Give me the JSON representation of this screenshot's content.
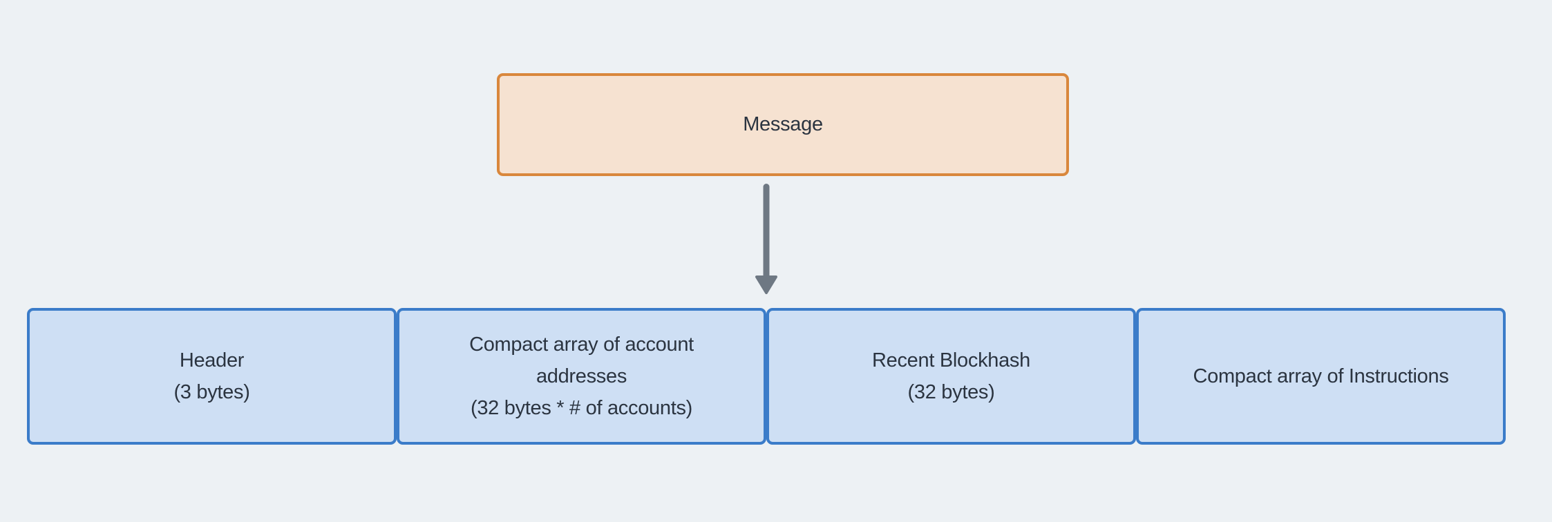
{
  "background_color": "#EDF1F4",
  "text_color": "#2B3440",
  "diagram": {
    "message_box": {
      "label": "Message",
      "fill_color": "#F6E2D1",
      "border_color": "#D9873C"
    },
    "arrow": {
      "direction": "down",
      "color": "#6E7883"
    },
    "segment_style": {
      "fill_color": "#CEDFF4",
      "border_color": "#3B7CC9"
    },
    "segments": [
      {
        "lines": [
          "Header",
          "(3 bytes)"
        ]
      },
      {
        "lines": [
          "Compact array of account",
          "addresses",
          "(32 bytes * # of accounts)"
        ]
      },
      {
        "lines": [
          "Recent Blockhash",
          "(32 bytes)"
        ]
      },
      {
        "lines": [
          "Compact array of Instructions"
        ]
      }
    ]
  }
}
